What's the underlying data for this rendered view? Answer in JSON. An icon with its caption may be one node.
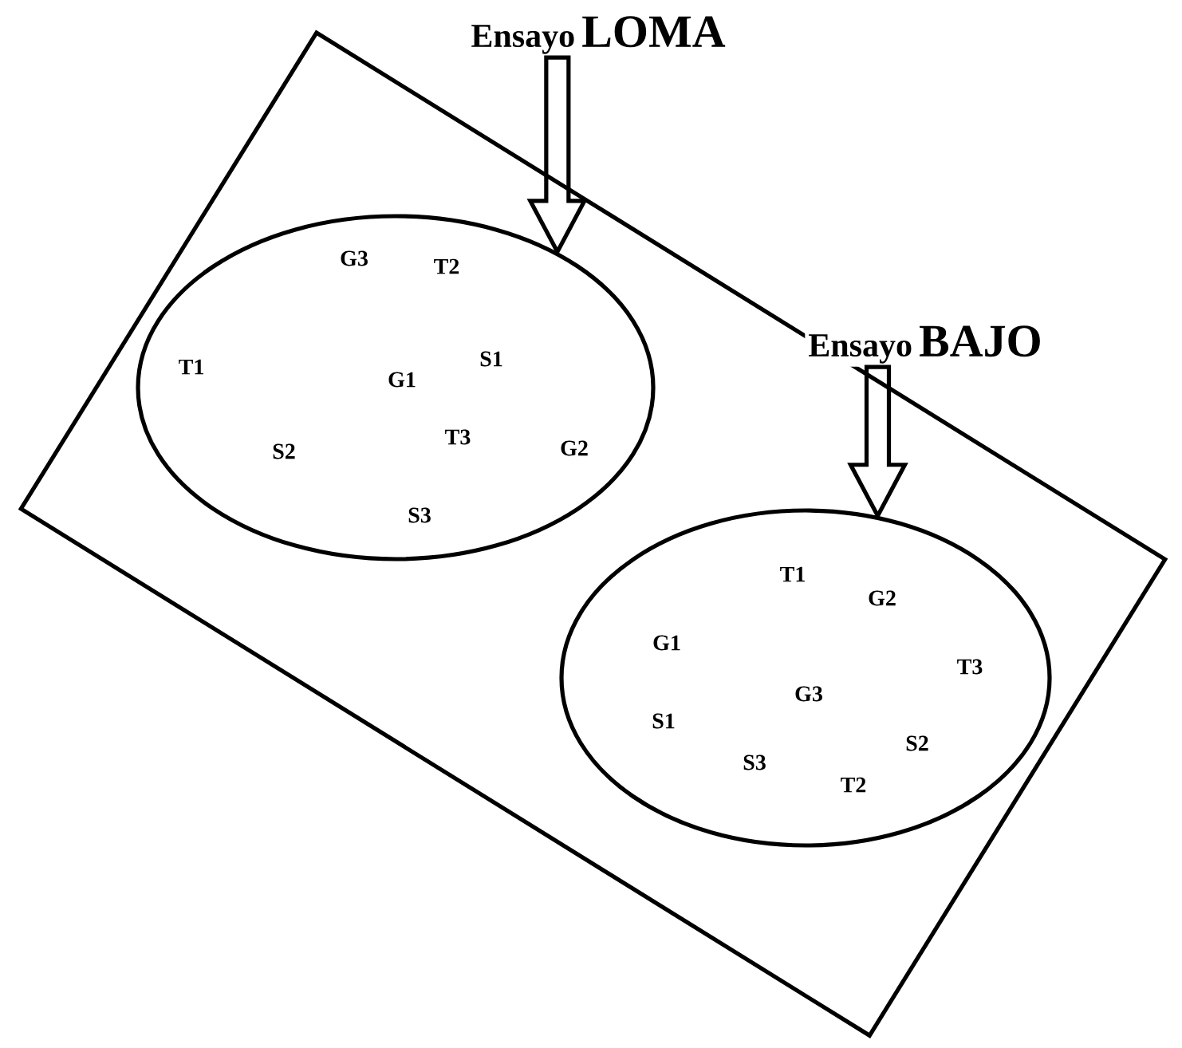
{
  "diagram": {
    "nodes": [
      {
        "text": [],
        "shape": "box"
      },
      {
        "text": [
          "Ensayo",
          "LOMA"
        ]
      },
      {
        "text": [
          "G3",
          "T2",
          "T1",
          "G1",
          "S1",
          "S2",
          "T3",
          "G2",
          "S3"
        ],
        "in": 0
      },
      {
        "text": [
          "Ensayo",
          "BAJO"
        ]
      },
      {
        "text": [
          "T1",
          "G2",
          "G1",
          "T3",
          "G3",
          "S1",
          "S3",
          "S2",
          "T2"
        ],
        "in": 0
      }
    ],
    "edges": [
      {
        "from": 1,
        "to": 2,
        "arrow": "to"
      },
      {
        "from": 3,
        "to": 4,
        "arrow": "to"
      }
    ]
  }
}
